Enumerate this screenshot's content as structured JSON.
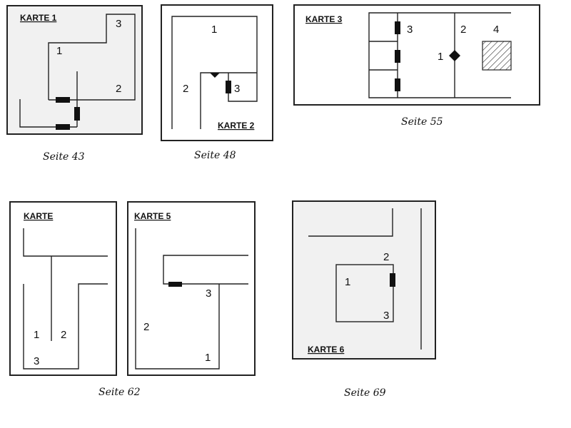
{
  "cards": [
    {
      "title": "KARTE 1",
      "labels": [
        "1",
        "2",
        "3"
      ],
      "caption": "Seite 43"
    },
    {
      "title": "KARTE 2",
      "labels": [
        "1",
        "2",
        "3"
      ],
      "caption": "Seite 48"
    },
    {
      "title": "KARTE 3",
      "labels": [
        "1",
        "2",
        "3",
        "4"
      ],
      "caption": "Seite 55"
    },
    {
      "title": "KARTE",
      "labels": [
        "1",
        "2",
        "3"
      ]
    },
    {
      "title": "KARTE 5",
      "labels": [
        "1",
        "2",
        "3"
      ],
      "caption": "Seite 62"
    },
    {
      "title": "KARTE 6",
      "labels": [
        "1",
        "2",
        "3"
      ],
      "caption": "Seite 69"
    }
  ]
}
